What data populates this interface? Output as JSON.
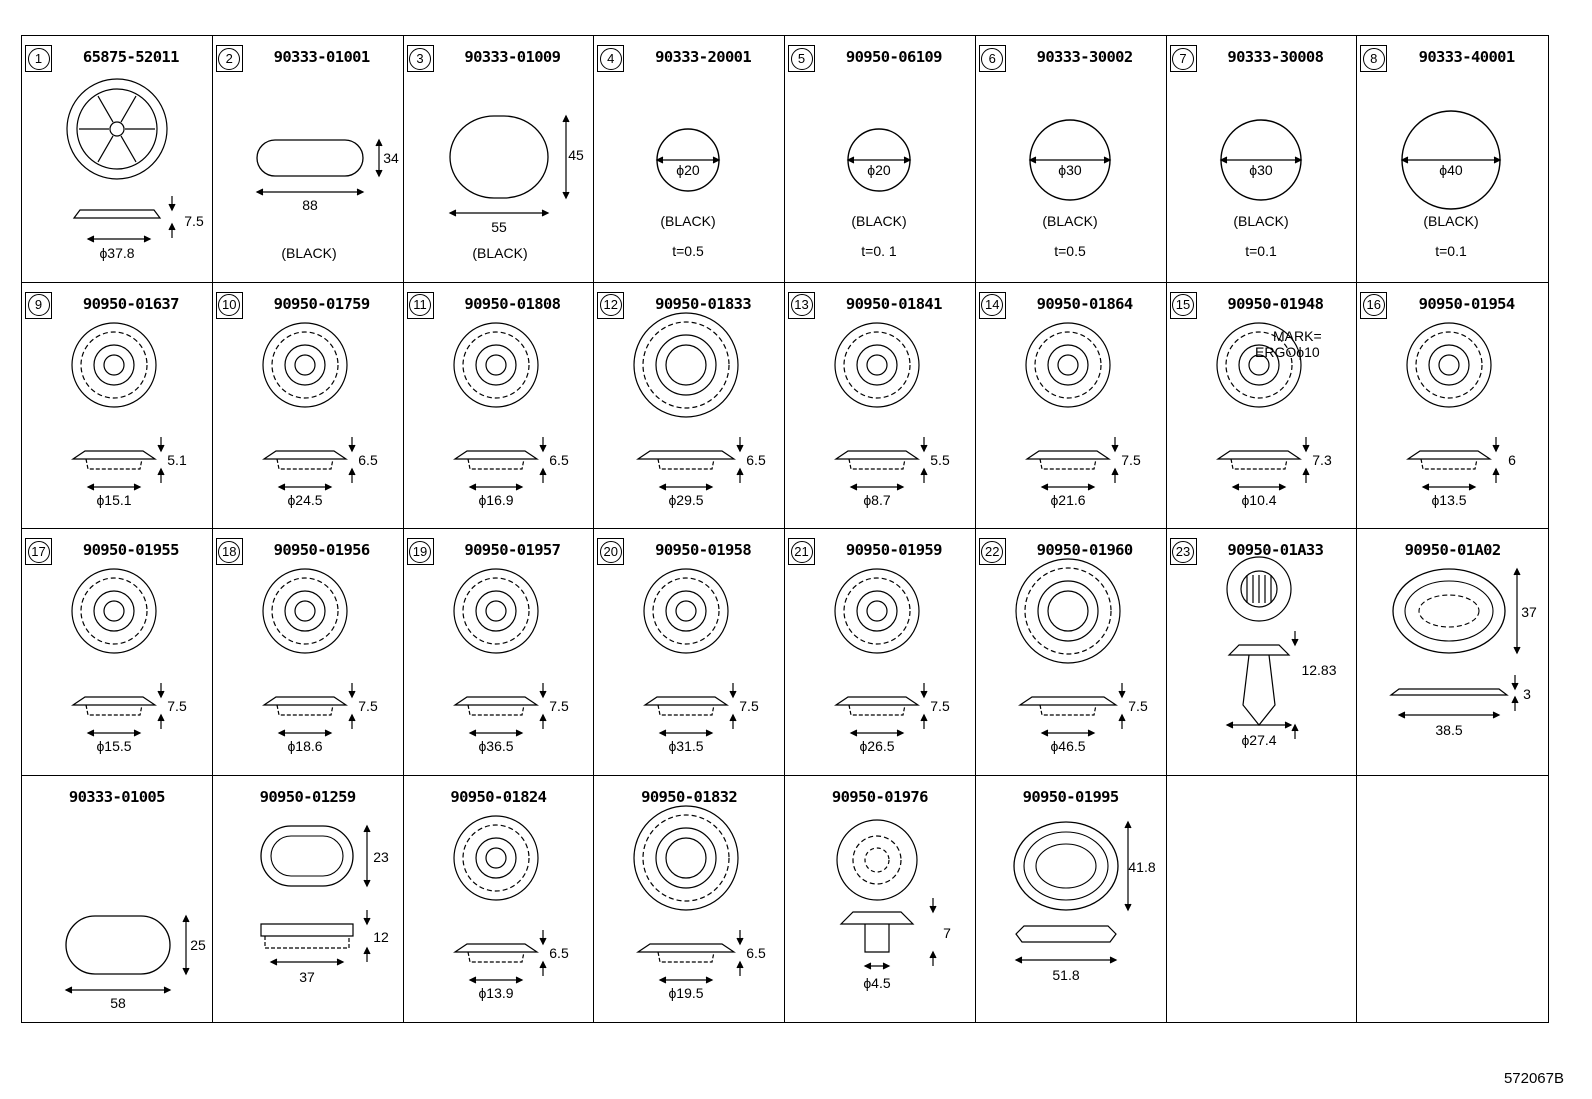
{
  "diagram_code": "572067B",
  "parts": [
    {
      "index": "1",
      "part_number": "65875-52011",
      "type": "ribbed",
      "dims": [
        "7.5",
        "ϕ37.8"
      ]
    },
    {
      "index": "2",
      "part_number": "90333-01001",
      "type": "oval",
      "dims": [
        "34",
        "88"
      ],
      "color": "(BLACK)"
    },
    {
      "index": "3",
      "part_number": "90333-01009",
      "type": "rounded",
      "dims": [
        "45",
        "55"
      ],
      "color": "(BLACK)"
    },
    {
      "index": "4",
      "part_number": "90333-20001",
      "type": "disc",
      "dims": [
        "ϕ20"
      ],
      "color": "(BLACK)",
      "thickness": "t=0.5"
    },
    {
      "index": "5",
      "part_number": "90950-06109",
      "type": "disc",
      "dims": [
        "ϕ20"
      ],
      "color": "(BLACK)",
      "thickness": "t=0. 1"
    },
    {
      "index": "6",
      "part_number": "90333-30002",
      "type": "disc",
      "dims": [
        "ϕ30"
      ],
      "color": "(BLACK)",
      "thickness": "t=0.5"
    },
    {
      "index": "7",
      "part_number": "90333-30008",
      "type": "disc",
      "dims": [
        "ϕ30"
      ],
      "color": "(BLACK)",
      "thickness": "t=0.1"
    },
    {
      "index": "8",
      "part_number": "90333-40001",
      "type": "disc",
      "dims": [
        "ϕ40"
      ],
      "color": "(BLACK)",
      "thickness": "t=0.1"
    },
    {
      "index": "9",
      "part_number": "90950-01637",
      "type": "grommet",
      "dims": [
        "5.1",
        "ϕ15.1"
      ]
    },
    {
      "index": "10",
      "part_number": "90950-01759",
      "type": "grommet",
      "dims": [
        "6.5",
        "ϕ24.5"
      ]
    },
    {
      "index": "11",
      "part_number": "90950-01808",
      "type": "grommet",
      "dims": [
        "6.5",
        "ϕ16.9"
      ]
    },
    {
      "index": "12",
      "part_number": "90950-01833",
      "type": "grommet",
      "dims": [
        "6.5",
        "ϕ29.5"
      ]
    },
    {
      "index": "13",
      "part_number": "90950-01841",
      "type": "grommet",
      "dims": [
        "5.5",
        "ϕ8.7"
      ]
    },
    {
      "index": "14",
      "part_number": "90950-01864",
      "type": "grommet",
      "dims": [
        "7.5",
        "ϕ21.6"
      ]
    },
    {
      "index": "15",
      "part_number": "90950-01948",
      "type": "grommet",
      "dims": [
        "7.3",
        "ϕ10.4"
      ],
      "note": [
        "MARK=",
        "ERGOϕ10"
      ]
    },
    {
      "index": "16",
      "part_number": "90950-01954",
      "type": "grommet",
      "dims": [
        "6",
        "ϕ13.5"
      ]
    },
    {
      "index": "17",
      "part_number": "90950-01955",
      "type": "grommet",
      "dims": [
        "7.5",
        "ϕ15.5"
      ]
    },
    {
      "index": "18",
      "part_number": "90950-01956",
      "type": "grommet",
      "dims": [
        "7.5",
        "ϕ18.6"
      ]
    },
    {
      "index": "19",
      "part_number": "90950-01957",
      "type": "grommet",
      "dims": [
        "7.5",
        "ϕ36.5"
      ]
    },
    {
      "index": "20",
      "part_number": "90950-01958",
      "type": "grommet",
      "dims": [
        "7.5",
        "ϕ31.5"
      ]
    },
    {
      "index": "21",
      "part_number": "90950-01959",
      "type": "grommet",
      "dims": [
        "7.5",
        "ϕ26.5"
      ]
    },
    {
      "index": "22",
      "part_number": "90950-01960",
      "type": "grommet",
      "dims": [
        "7.5",
        "ϕ46.5"
      ]
    },
    {
      "index": "23",
      "part_number": "90950-01A33",
      "type": "clip",
      "dims": [
        "12.83",
        "ϕ27.4"
      ]
    },
    {
      "index": "",
      "part_number": "90950-01A02",
      "type": "oval-grommet",
      "dims": [
        "37",
        "3",
        "38.5"
      ]
    },
    {
      "index": "",
      "part_number": "90333-01005",
      "type": "oval",
      "dims": [
        "25",
        "58"
      ]
    },
    {
      "index": "",
      "part_number": "90950-01259",
      "type": "oval-grommet2",
      "dims": [
        "23",
        "12",
        "37"
      ]
    },
    {
      "index": "",
      "part_number": "90950-01824",
      "type": "grommet",
      "dims": [
        "6.5",
        "ϕ13.9"
      ]
    },
    {
      "index": "",
      "part_number": "90950-01832",
      "type": "grommet",
      "dims": [
        "6.5",
        "ϕ19.5"
      ]
    },
    {
      "index": "",
      "part_number": "90950-01976",
      "type": "grommet-tall",
      "dims": [
        "7",
        "ϕ4.5"
      ]
    },
    {
      "index": "",
      "part_number": "90950-01995",
      "type": "oval-grommet3",
      "dims": [
        "41.8",
        "51.8"
      ]
    },
    {
      "index": "",
      "part_number": "",
      "type": "empty",
      "dims": []
    },
    {
      "index": "",
      "part_number": "",
      "type": "empty",
      "dims": []
    }
  ]
}
